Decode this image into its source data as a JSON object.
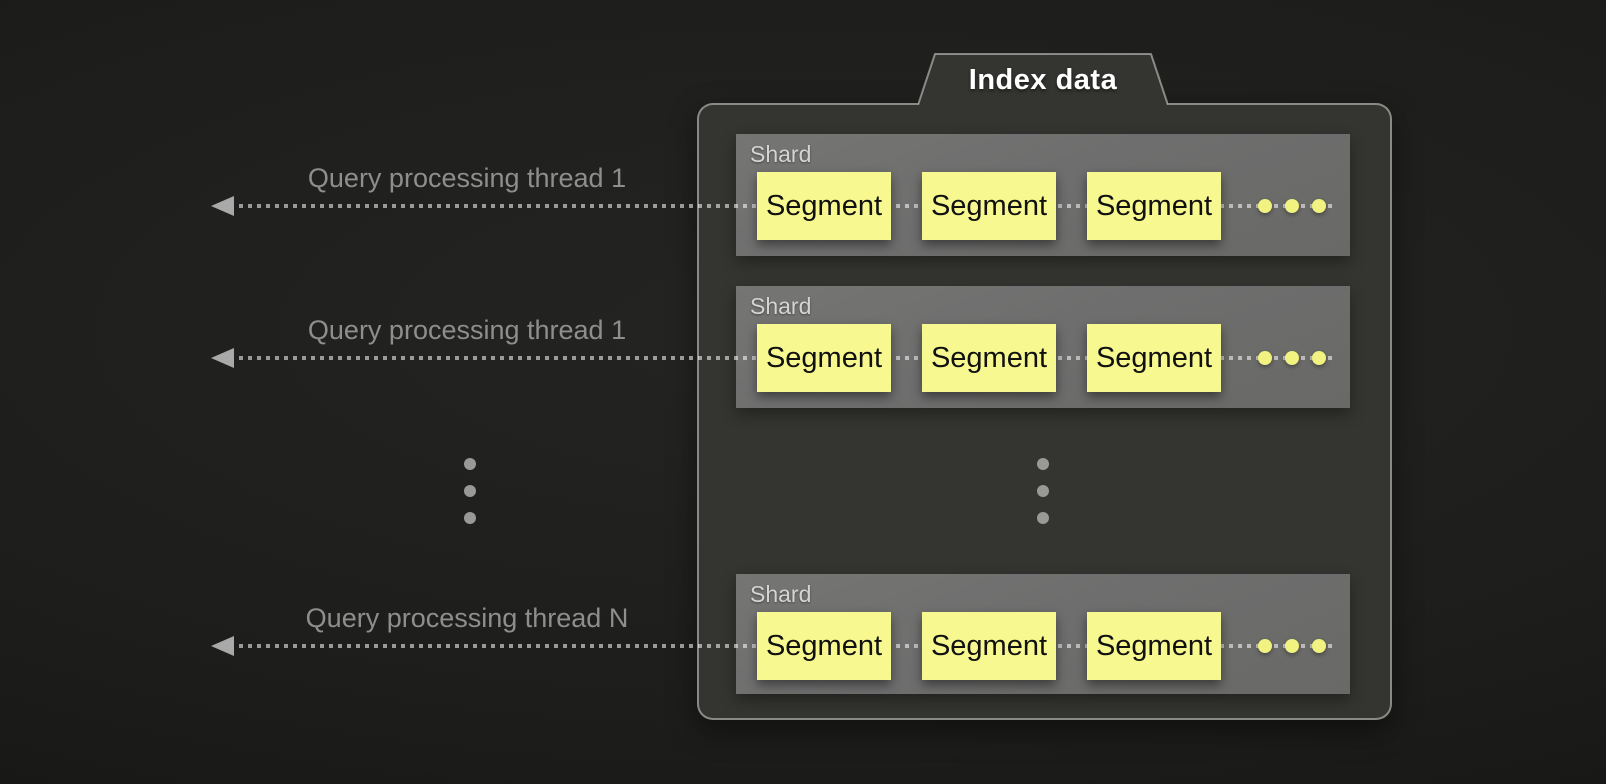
{
  "diagram": {
    "tab_label": "Index data",
    "threads": [
      {
        "label": "Query processing thread 1"
      },
      {
        "label": "Query processing thread 1"
      },
      {
        "label": "Query processing thread N"
      }
    ],
    "shards": [
      {
        "label": "Shard",
        "segments": [
          {
            "label": "Segment"
          },
          {
            "label": "Segment"
          },
          {
            "label": "Segment"
          }
        ]
      },
      {
        "label": "Shard",
        "segments": [
          {
            "label": "Segment"
          },
          {
            "label": "Segment"
          },
          {
            "label": "Segment"
          }
        ]
      },
      {
        "label": "Shard",
        "segments": [
          {
            "label": "Segment"
          },
          {
            "label": "Segment"
          },
          {
            "label": "Segment"
          }
        ]
      }
    ],
    "colors": {
      "background": "#1d1d1b",
      "container_fill": "#343431",
      "container_border": "#8c8c8c",
      "shard_fill": "#6e6e6e",
      "shard_label_text": "#d4d4d4",
      "segment_fill": "#f7f88f",
      "segment_text": "#111111",
      "segment_ellipsis_dot": "#f1f27f",
      "flow_line": "#aaaaaa",
      "arrow_head": "#a9a9a9",
      "thread_label_text": "#8e8e8e",
      "tab_text": "#ffffff",
      "ellipsis_dot": "#999998"
    }
  }
}
